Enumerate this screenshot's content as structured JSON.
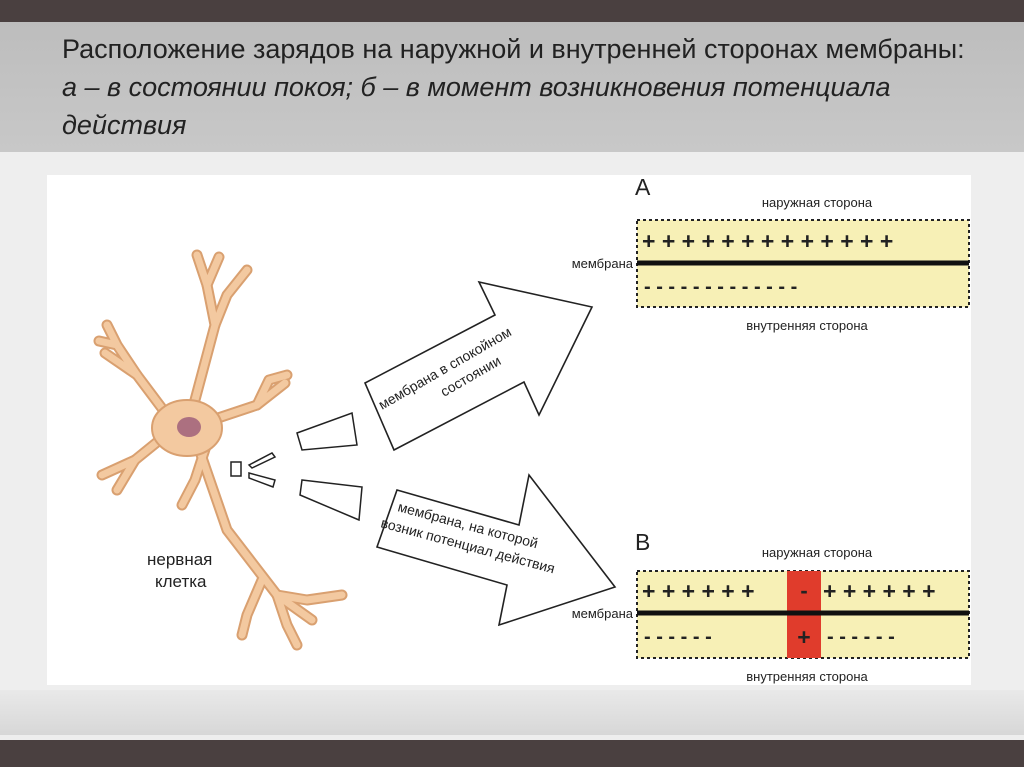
{
  "slide": {
    "title_normal": "Расположение зарядов на наружной и внутренней сторонах мембраны: ",
    "title_italic": "а – в состоянии покоя; б – в момент возникновения потенциала действия"
  },
  "diagram": {
    "cell_label_line1": "нервная",
    "cell_label_line2": "клетка",
    "arrow_top_line1": "мембрана в спокойном",
    "arrow_top_line2": "состоянии",
    "arrow_bottom_line1": "мембрана, на которой",
    "arrow_bottom_line2": "возник потенциал действия",
    "panel_a": {
      "letter": "А",
      "outer_label": "наружная сторона",
      "membrane_label": "мембрана",
      "inner_label": "внутренняя сторона",
      "top_charges": "+ + + + + + + + + + + + +",
      "bottom_charges": "-  -  -  -  -  -  -  -  -  -  -  -  -"
    },
    "panel_b": {
      "letter": "В",
      "outer_label": "наружная сторона",
      "membrane_label": "мембрана",
      "inner_label": "внутренняя сторона",
      "top_left_charges": "+ + + + + +",
      "top_right_charges": "+ + + + + +",
      "bottom_left_charges": "-  -  -  -  -  -",
      "bottom_right_charges": "-  -  -  -  -  -",
      "active_top": "-",
      "active_bottom": "+"
    },
    "colors": {
      "membrane_fill": "#f7f0b6",
      "active_zone": "#e03c2c",
      "neuron": "#f3c9a0",
      "neuron_outline": "#d9a070",
      "nucleus": "#9a5a78"
    }
  }
}
